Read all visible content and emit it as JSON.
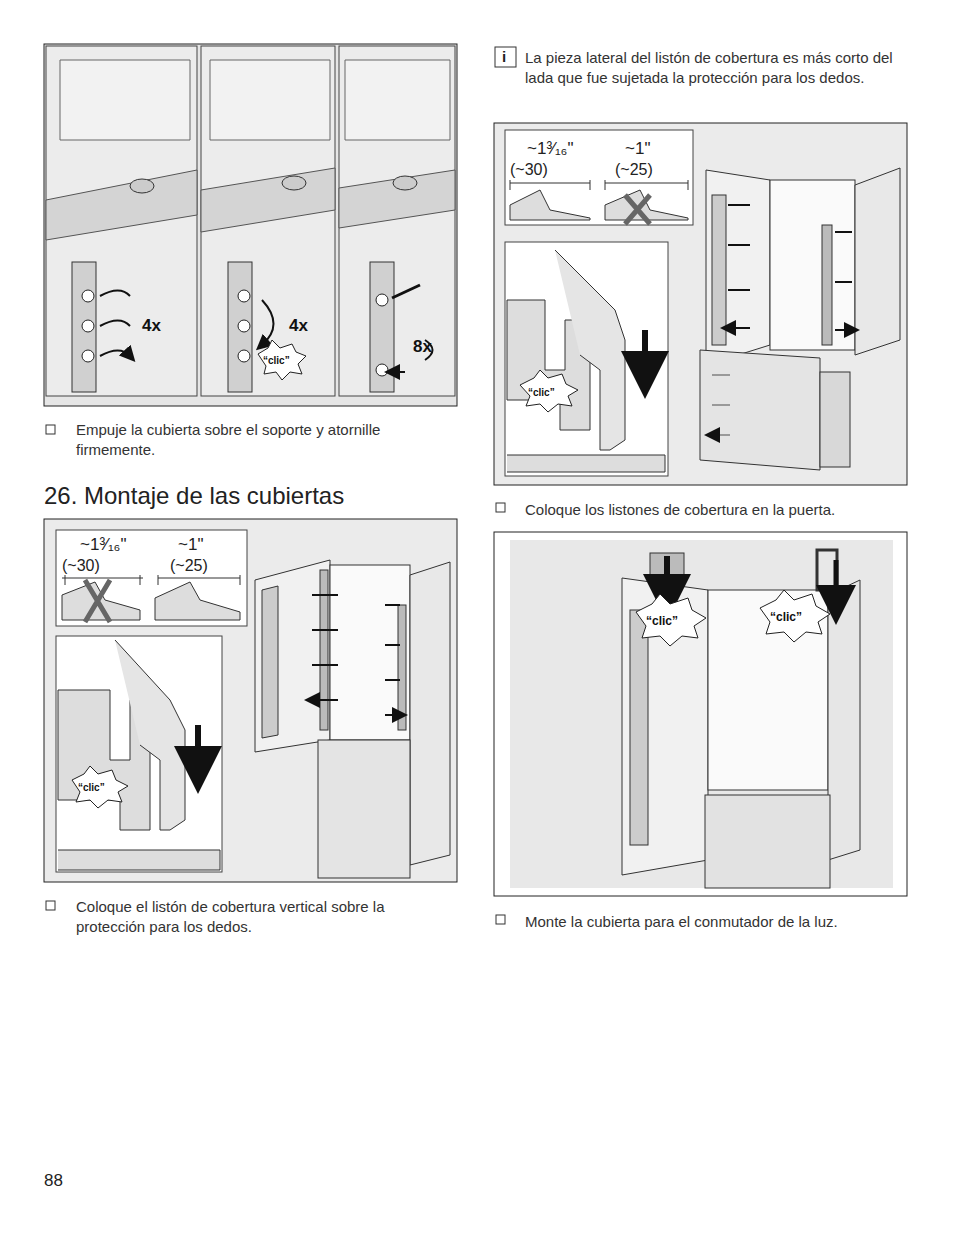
{
  "diagram": {
    "title": "26. Montaje de las cubiertas",
    "labels": [
      "4x",
      "4x",
      "“clic”",
      "8x",
      "Empuje la cubierta sobre el soporte y atornille firmemente.",
      "~1³⁄₁₆\"",
      "(~30)",
      "~1\"",
      "(~25)",
      "“clic”",
      "Coloque el listón de cobertura vertical sobre la protección para los dedos.",
      "i",
      "La pieza lateral del listón de cobertura es más corto del lada que fue sujetada la protección para los dedos.",
      "~1³⁄₁₆\"",
      "(~30)",
      "~1\"",
      "(~25)",
      "“clic”",
      "Coloque los listones de cobertura en la puerta.",
      "“clic”",
      "“clic”",
      "Monte la cubierta para el conmutador de la luz.",
      "88"
    ]
  }
}
